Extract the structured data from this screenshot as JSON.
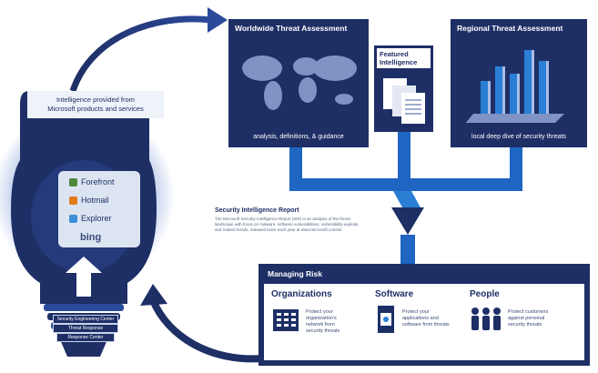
{
  "bulb": {
    "heading_line1": "Intelligence provided from",
    "heading_line2": "Microsoft products and services",
    "products": [
      "Forefront",
      "Hotmail",
      "Explorer",
      "bing"
    ],
    "pills": [
      "Security Engineering Center",
      "Threat Response",
      "Response Center"
    ]
  },
  "worldwide": {
    "title": "Worldwide Threat Assessment",
    "caption": "analysis, definitions, & guidance"
  },
  "featured": {
    "title_line1": "Featured",
    "title_line2": "Intelligence"
  },
  "regional": {
    "title": "Regional Threat Assessment",
    "caption": "local deep dive of security threats"
  },
  "sir": {
    "title": "Security Intelligence Report",
    "body": "The Microsoft Security Intelligence Report (SIR) is an analysis of the threat landscape with focus on malware, software vulnerabilities, vulnerability exploits, and related trends, released twice each year at www.microsoft.com/sir"
  },
  "risk": {
    "title": "Managing Risk",
    "columns": [
      {
        "title": "Organizations",
        "text": "Protect your organization's network from security threats"
      },
      {
        "title": "Software",
        "text": "Protect your applications and software from threats"
      },
      {
        "title": "People",
        "text": "Protect customers against personal security threats"
      }
    ]
  },
  "colors": {
    "navy": "#1e2f66",
    "bright_blue": "#1f66c2",
    "light_blue": "#dce4f2",
    "chart_blue": "#2a7fd4"
  }
}
